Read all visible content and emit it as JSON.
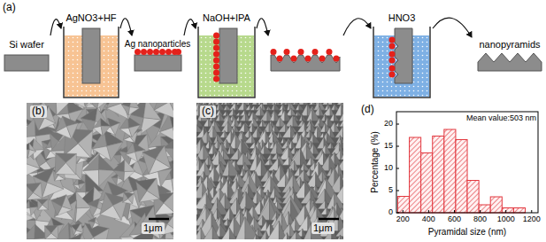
{
  "diagram": {
    "labels": [
      "(a)",
      "Si wafer",
      "AgNO3+HF",
      "Ag nanoparticles",
      "NaOH+IPA",
      "HNO3",
      "nanopyramids",
      "(b)",
      "1μm",
      "(c)",
      "1μm",
      "(d)",
      "Mean value:503 nm",
      "Percentage (%)",
      "Pyramidal size (nm)",
      "0",
      "5",
      "10",
      "15",
      "20",
      "200",
      "400",
      "600",
      "800",
      "1000",
      "1200"
    ]
  }
}
